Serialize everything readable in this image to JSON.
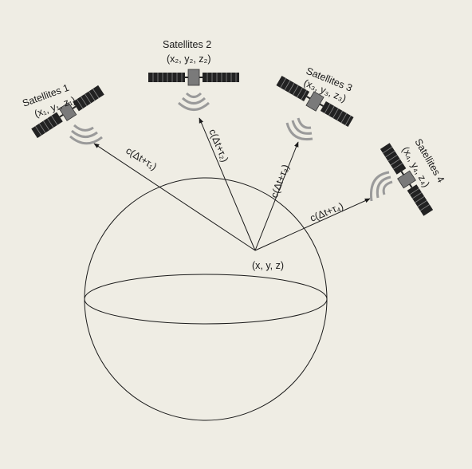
{
  "colors": {
    "background": "#efede4",
    "line": "#1a1a1a",
    "panel_dark": "#222222",
    "panel_stripe": "#8a8a8a",
    "body_gray": "#7a7a7a",
    "signal_gray": "#9a9a9a"
  },
  "receiver": {
    "label": "(x, y, z)"
  },
  "satellites": [
    {
      "name": "Satellites 1",
      "coords": "(x₁, y₁, z₁)",
      "range_label": "c(Δt+τ₁)",
      "icon": "satellite-icon"
    },
    {
      "name": "Satellites 2",
      "coords": "(x₂, y₂, z₂)",
      "range_label": "c(Δt+τ₂)",
      "icon": "satellite-icon"
    },
    {
      "name": "Satellites 3",
      "coords": "(x₃, y₃, z₃)",
      "range_label": "c(Δt+τ₃)",
      "icon": "satellite-icon"
    },
    {
      "name": "Satellites 4",
      "coords": "(x₄, y₄, z₄)",
      "range_label": "c(Δt+τ₄)",
      "icon": "satellite-icon"
    }
  ]
}
